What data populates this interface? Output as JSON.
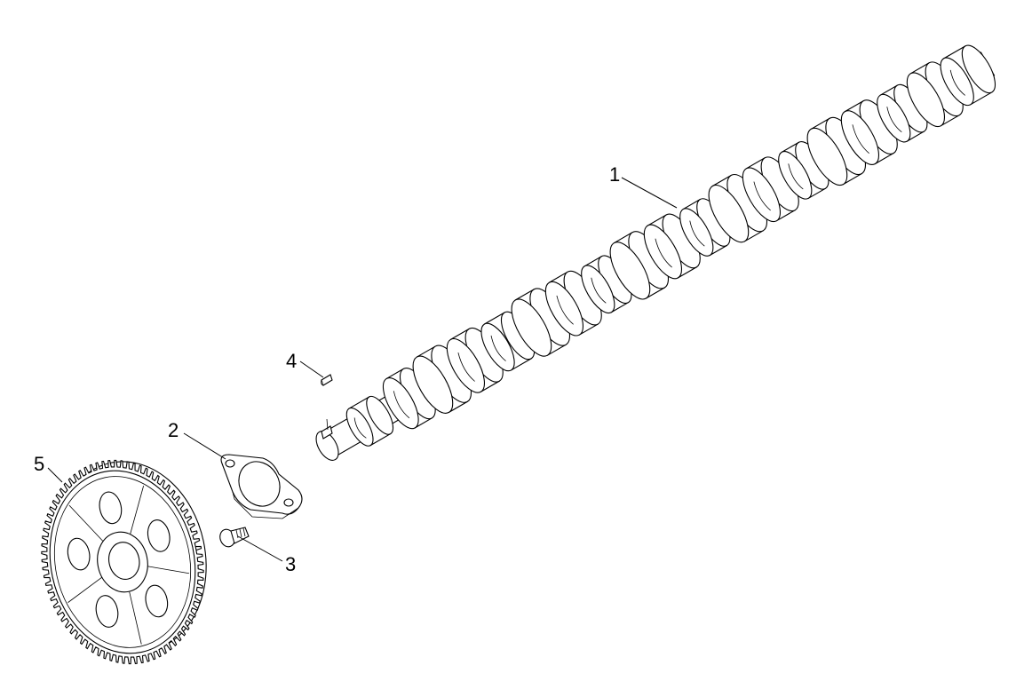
{
  "callouts": [
    {
      "id": "1",
      "label": "1",
      "part": "camshaft"
    },
    {
      "id": "2",
      "label": "2",
      "part": "thrust-plate"
    },
    {
      "id": "3",
      "label": "3",
      "part": "bolt"
    },
    {
      "id": "4",
      "label": "4",
      "part": "woodruff-key"
    },
    {
      "id": "5",
      "label": "5",
      "part": "camshaft-gear"
    }
  ]
}
